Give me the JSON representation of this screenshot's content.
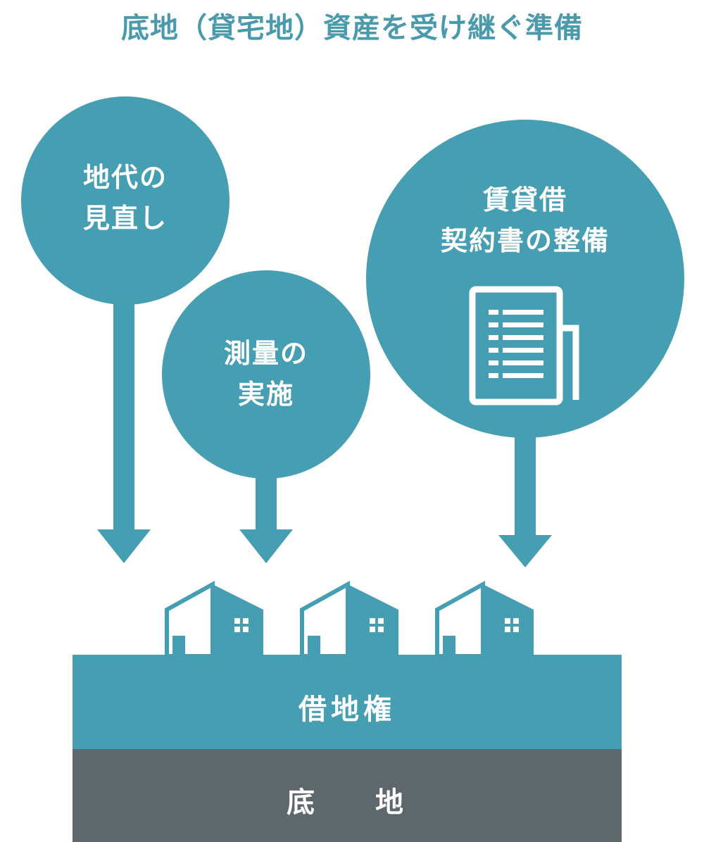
{
  "title": "底地（貸宅地）資産を受け継ぐ準備",
  "colors": {
    "accent": "#469eb2",
    "title": "#4a9aab",
    "ground": "#5e676b",
    "text_light": "#ffffff"
  },
  "bubbles": [
    {
      "lines": [
        "地代の",
        "見直し"
      ]
    },
    {
      "lines": [
        "測量の",
        "実施"
      ]
    },
    {
      "lines": [
        "賃貸借",
        "契約書の整備"
      ],
      "icon": "document-icon"
    }
  ],
  "layers": {
    "leasehold": "借地権",
    "land": "底 地"
  }
}
